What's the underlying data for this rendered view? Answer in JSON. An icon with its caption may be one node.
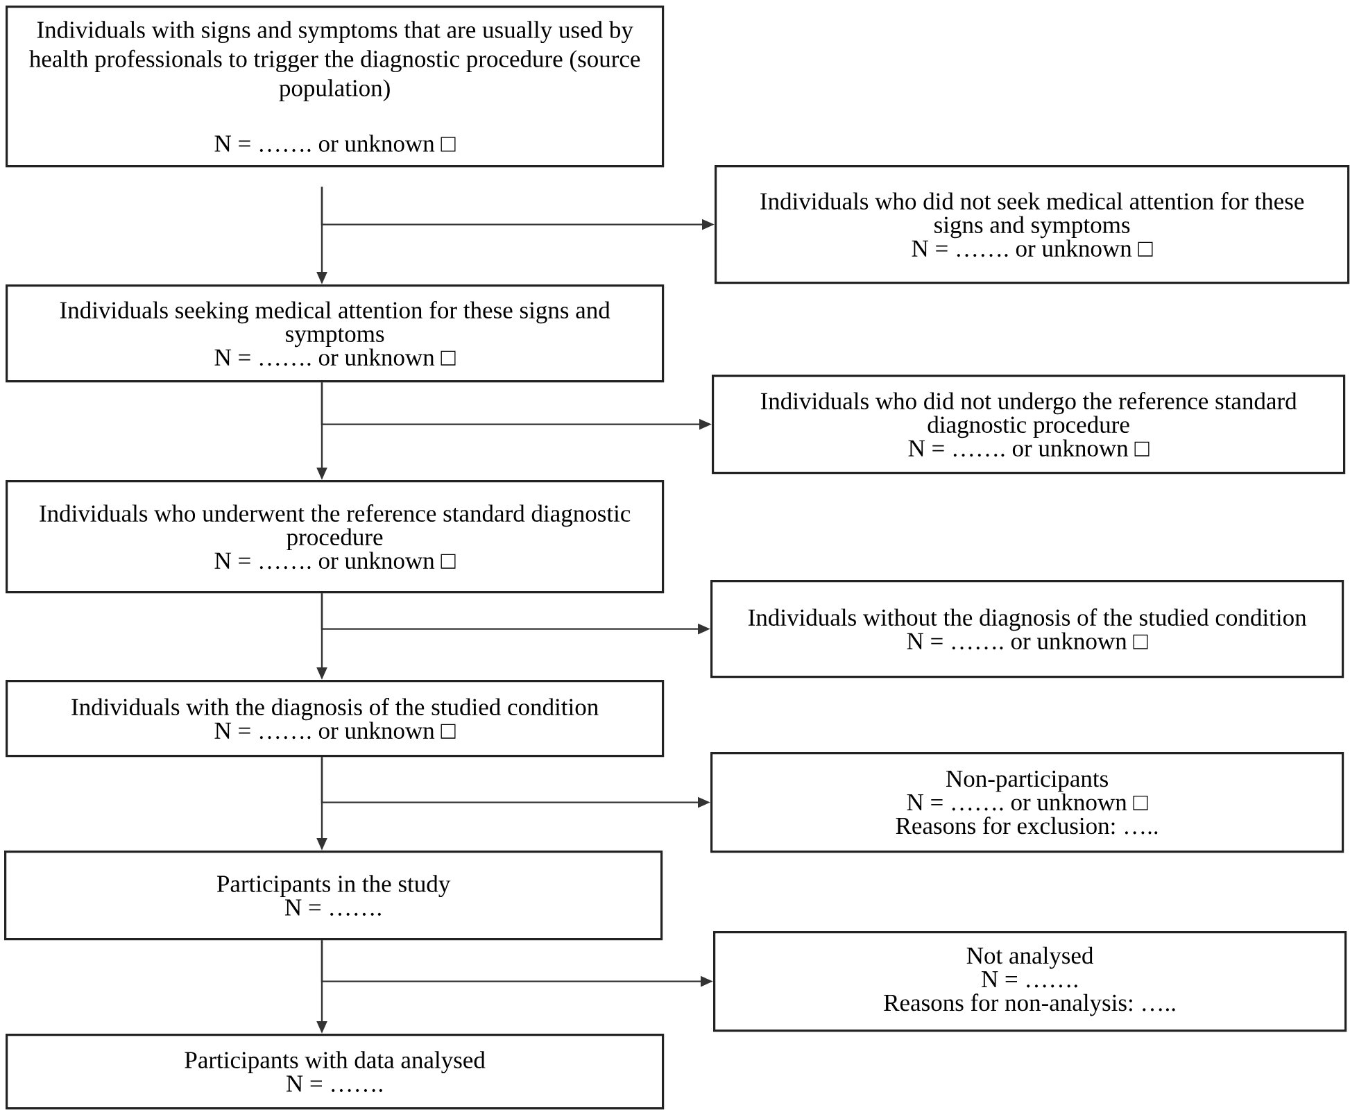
{
  "diagram": {
    "nodes": [
      {
        "text": [
          "Individuals with signs and symptoms that are usually used by health professionals to trigger the diagnostic procedure (source population)",
          "N = ……. or unknown □"
        ]
      },
      {
        "text": [
          "Individuals who did not seek medical attention for these signs and symptoms",
          "N = ……. or unknown □"
        ]
      },
      {
        "text": [
          "Individuals seeking medical attention for these signs and symptoms",
          "N = ……. or unknown □"
        ]
      },
      {
        "text": [
          "Individuals who did not undergo the reference standard diagnostic procedure",
          "N = ……. or unknown □"
        ]
      },
      {
        "text": [
          "Individuals who underwent the reference standard diagnostic procedure",
          "N = ……. or unknown □"
        ]
      },
      {
        "text": [
          "Individuals without the diagnosis of the studied condition",
          "N = ……. or unknown □"
        ]
      },
      {
        "text": [
          "Individuals with the diagnosis of the studied condition",
          "N = ……. or unknown □"
        ]
      },
      {
        "text": [
          "Non-participants",
          "N = ……. or unknown □",
          "Reasons for exclusion: ….."
        ]
      },
      {
        "text": [
          "Participants in the study",
          "N = ……."
        ]
      },
      {
        "text": [
          "Not analysed",
          "N = …….",
          "Reasons for non-analysis: ….."
        ]
      },
      {
        "text": [
          "Participants with data analysed",
          "N = ……."
        ]
      }
    ],
    "edges": [
      {
        "from": 0,
        "to": 2,
        "arrow": "to"
      },
      {
        "from": 0,
        "to": 1,
        "arrow": "to"
      },
      {
        "from": 2,
        "to": 4,
        "arrow": "to"
      },
      {
        "from": 2,
        "to": 3,
        "arrow": "to"
      },
      {
        "from": 4,
        "to": 6,
        "arrow": "to"
      },
      {
        "from": 4,
        "to": 5,
        "arrow": "to"
      },
      {
        "from": 6,
        "to": 8,
        "arrow": "to"
      },
      {
        "from": 6,
        "to": 7,
        "arrow": "to"
      },
      {
        "from": 8,
        "to": 10,
        "arrow": "to"
      },
      {
        "from": 8,
        "to": 9,
        "arrow": "to"
      }
    ]
  }
}
